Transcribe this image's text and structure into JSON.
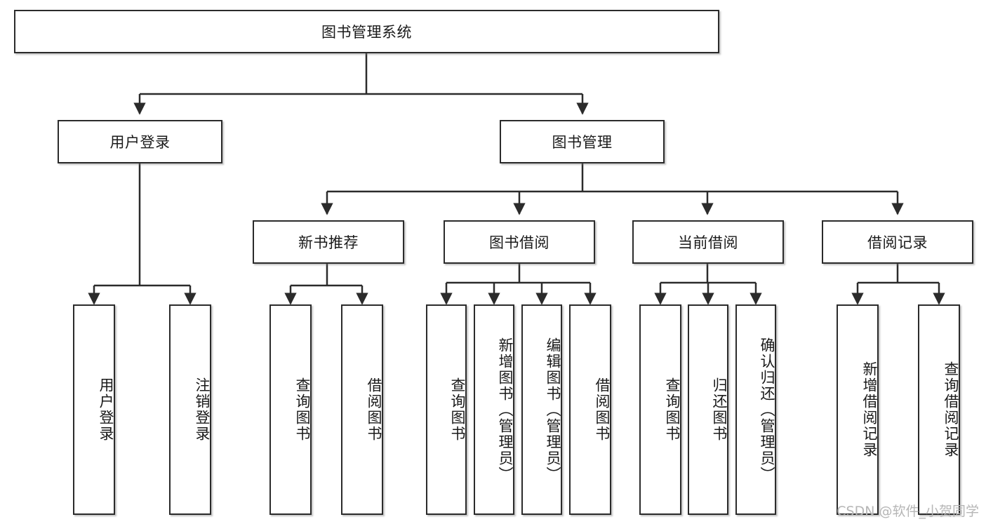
{
  "diagram": {
    "title": "图书管理系统",
    "type": "tree-hierarchy-diagram",
    "orientation": "top-down",
    "theme": {
      "background": "#ffffff",
      "node_fill": "#ffffff",
      "node_stroke": "#2b2b2b",
      "edge_stroke": "#2b2b2b",
      "text_color": "#1a1a1a",
      "watermark_color": "#b6b6b6"
    },
    "nodes": {
      "root": {
        "label": "图书管理系统",
        "level": 1,
        "orientation": "horizontal"
      },
      "l2": [
        {
          "id": "user-login",
          "label": "用户登录",
          "level": 2,
          "orientation": "horizontal"
        },
        {
          "id": "book-management",
          "label": "图书管理",
          "level": 2,
          "orientation": "horizontal"
        }
      ],
      "l3": [
        {
          "id": "new-book-recommend",
          "label": "新书推荐",
          "level": 3,
          "orientation": "horizontal"
        },
        {
          "id": "book-borrow",
          "label": "图书借阅",
          "level": 3,
          "orientation": "horizontal"
        },
        {
          "id": "current-borrow",
          "label": "当前借阅",
          "level": 3,
          "orientation": "horizontal"
        },
        {
          "id": "borrow-record",
          "label": "借阅记录",
          "level": 3,
          "orientation": "horizontal"
        }
      ],
      "leaves": [
        {
          "id": "leaf-user-login",
          "label": "用户登录",
          "parent": "user-login",
          "orientation": "vertical"
        },
        {
          "id": "leaf-user-logout",
          "label": "注销登录",
          "parent": "user-login",
          "orientation": "vertical"
        },
        {
          "id": "leaf-query-book-1",
          "label": "查询图书",
          "parent": "new-book-recommend",
          "orientation": "vertical"
        },
        {
          "id": "leaf-borrow-book-1",
          "label": "借阅图书",
          "parent": "new-book-recommend",
          "orientation": "vertical"
        },
        {
          "id": "leaf-query-book-2",
          "label": "查询图书",
          "parent": "book-borrow",
          "orientation": "vertical"
        },
        {
          "id": "leaf-add-book",
          "label": "新增图书（管理员）",
          "parent": "book-borrow",
          "orientation": "vertical"
        },
        {
          "id": "leaf-edit-book",
          "label": "编辑图书（管理员）",
          "parent": "book-borrow",
          "orientation": "vertical"
        },
        {
          "id": "leaf-borrow-book-2",
          "label": "借阅图书",
          "parent": "book-borrow",
          "orientation": "vertical"
        },
        {
          "id": "leaf-query-book-3",
          "label": "查询图书",
          "parent": "current-borrow",
          "orientation": "vertical"
        },
        {
          "id": "leaf-return-book",
          "label": "归还图书",
          "parent": "current-borrow",
          "orientation": "vertical"
        },
        {
          "id": "leaf-confirm-return",
          "label": "确认归还（管理员）",
          "parent": "current-borrow",
          "orientation": "vertical"
        },
        {
          "id": "leaf-add-record",
          "label": "新增借阅记录",
          "parent": "borrow-record",
          "orientation": "vertical"
        },
        {
          "id": "leaf-query-record",
          "label": "查询借阅记录",
          "parent": "borrow-record",
          "orientation": "vertical"
        }
      ]
    },
    "edges": [
      {
        "from": "root",
        "to": "user-login"
      },
      {
        "from": "root",
        "to": "book-management"
      },
      {
        "from": "book-management",
        "to": "new-book-recommend"
      },
      {
        "from": "book-management",
        "to": "book-borrow"
      },
      {
        "from": "book-management",
        "to": "current-borrow"
      },
      {
        "from": "book-management",
        "to": "borrow-record"
      },
      {
        "from": "user-login",
        "to": "leaf-user-login"
      },
      {
        "from": "user-login",
        "to": "leaf-user-logout"
      },
      {
        "from": "new-book-recommend",
        "to": "leaf-query-book-1"
      },
      {
        "from": "new-book-recommend",
        "to": "leaf-borrow-book-1"
      },
      {
        "from": "book-borrow",
        "to": "leaf-query-book-2"
      },
      {
        "from": "book-borrow",
        "to": "leaf-add-book"
      },
      {
        "from": "book-borrow",
        "to": "leaf-edit-book"
      },
      {
        "from": "book-borrow",
        "to": "leaf-borrow-book-2"
      },
      {
        "from": "current-borrow",
        "to": "leaf-query-book-3"
      },
      {
        "from": "current-borrow",
        "to": "leaf-return-book"
      },
      {
        "from": "current-borrow",
        "to": "leaf-confirm-return"
      },
      {
        "from": "borrow-record",
        "to": "leaf-add-record"
      },
      {
        "from": "borrow-record",
        "to": "leaf-query-record"
      }
    ]
  },
  "watermark": {
    "text": "CSDN @软件_小贺同学"
  }
}
